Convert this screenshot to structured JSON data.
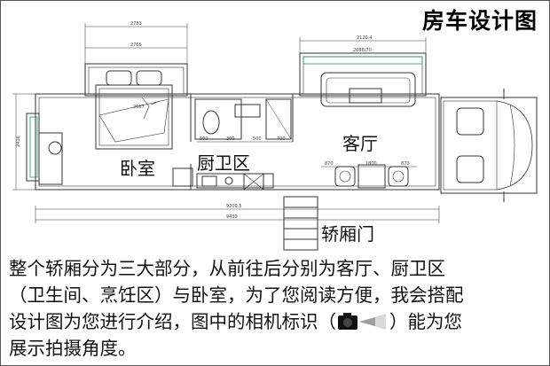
{
  "title": "房车设计图",
  "rooms": {
    "bedroom": "卧室",
    "kitchen_bath": "厨卫区",
    "living_room": "客厅",
    "cabin_door": "轿厢门"
  },
  "dimensions": {
    "top_overall": "2783",
    "top_bed_width": "2765",
    "top_sofa": "2120.4",
    "top_sofa_inner": "2088/70",
    "bed_size": "2667",
    "left_height": "2416",
    "bottom_inner": "9209.5",
    "bottom_overall": "9439",
    "seat_left": "870",
    "table_width": "1800",
    "seat_right": "870",
    "wall_1": "500",
    "wall_2": "300",
    "wall_3": "500",
    "wall_4": "700"
  },
  "description": {
    "line1": "整个轿厢分为三大部分，从前往后分别为客厅、厨卫区",
    "line2": "（卫生间、烹饪区）与卧室，为了您阅读方便，我会搭配",
    "line3_before": "设计图为您进行介绍，图中的相机标识（",
    "line3_after": "）能为您",
    "line4": "展示拍摄角度。"
  }
}
